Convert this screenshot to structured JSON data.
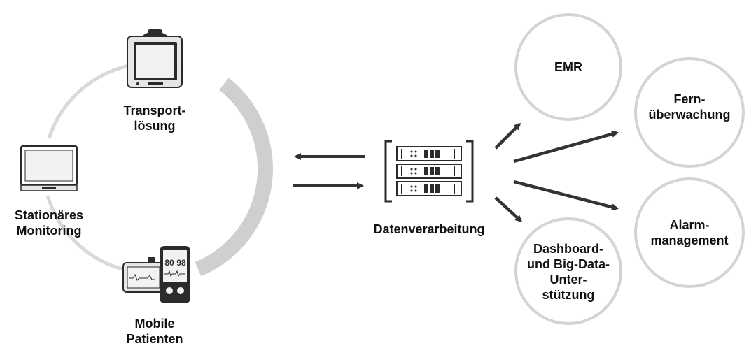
{
  "colors": {
    "ring": "#d9d9d9",
    "ring_band": "#cfcfcf",
    "ink": "#111111",
    "arrow": "#333333",
    "circle_stroke": "#d4d4d4",
    "device_dark": "#2b2b2b",
    "device_screen": "#f2f2f2",
    "device_shell": "#e6e6e6"
  },
  "devices": {
    "transport": {
      "label_lines": [
        "Transport-",
        "lösung"
      ],
      "icon": "transport-monitor-icon"
    },
    "stationary": {
      "label_lines": [
        "Stationäres",
        "Monitoring"
      ],
      "icon": "bedside-monitor-icon"
    },
    "mobile": {
      "label_lines": [
        "Mobile",
        "Patienten"
      ],
      "icon": "mobile-patient-monitor-icon",
      "screen_values": [
        "80",
        "98"
      ]
    }
  },
  "server": {
    "label": "Datenverarbeitung",
    "icon": "server-rack-icon"
  },
  "targets": [
    {
      "id": "emr",
      "label_lines": [
        "EMR"
      ]
    },
    {
      "id": "fernueberwachung",
      "label_lines": [
        "Fern-",
        "überwachung"
      ]
    },
    {
      "id": "alarm",
      "label_lines": [
        "Alarm-",
        "management"
      ]
    },
    {
      "id": "dashboard",
      "label_lines": [
        "Dashboard-",
        "und Big-Data-",
        "Unter-",
        "stützung"
      ]
    }
  ]
}
